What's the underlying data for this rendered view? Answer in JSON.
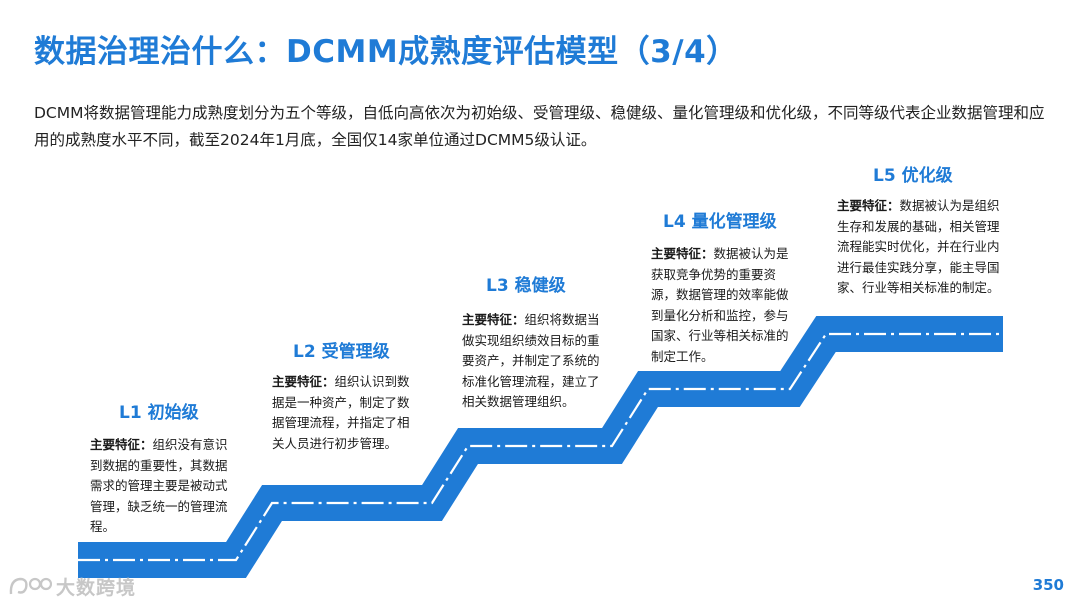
{
  "title": "数据治理治什么：DCMM成熟度评估模型（3/4）",
  "intro": "DCMM将数据管理能力成熟度划分为五个等级，自低向高依次为初始级、受管理级、稳健级、量化管理级和优化级，不同等级代表企业数据管理和应用的成熟度水平不同，截至2024年1月底，全国仅14家单位通过DCMM5级认证。",
  "feature_label": "主要特征：",
  "levels": [
    {
      "title": "L1 初始级",
      "desc": "组织没有意识到数据的重要性，其数据需求的管理主要是被动式管理，缺乏统一的管理流程。"
    },
    {
      "title": "L2 受管理级",
      "desc": "组织认识到数据是一种资产，制定了数据管理流程，并指定了相关人员进行初步管理。"
    },
    {
      "title": "L3 稳健级",
      "desc": "组织将数据当做实现组织绩效目标的重要资产，并制定了系统的标准化管理流程，建立了相关数据管理组织。"
    },
    {
      "title": "L4 量化管理级",
      "desc": "数据被认为是获取竞争优势的重要资源，数据管理的效率能做到量化分析和监控，参与国家、行业等相关标准的制定工作。"
    },
    {
      "title": "L5 优化级",
      "desc": "数据被认为是组织生存和发展的基础，相关管理流程能实时优化，并在行业内进行最佳实践分享，能主导国家、行业等相关标准的制定。"
    }
  ],
  "logo_text": "大数跨境",
  "page_number": "350",
  "colors": {
    "accent": "#1f7bd6",
    "road": "#1f7bd6"
  }
}
